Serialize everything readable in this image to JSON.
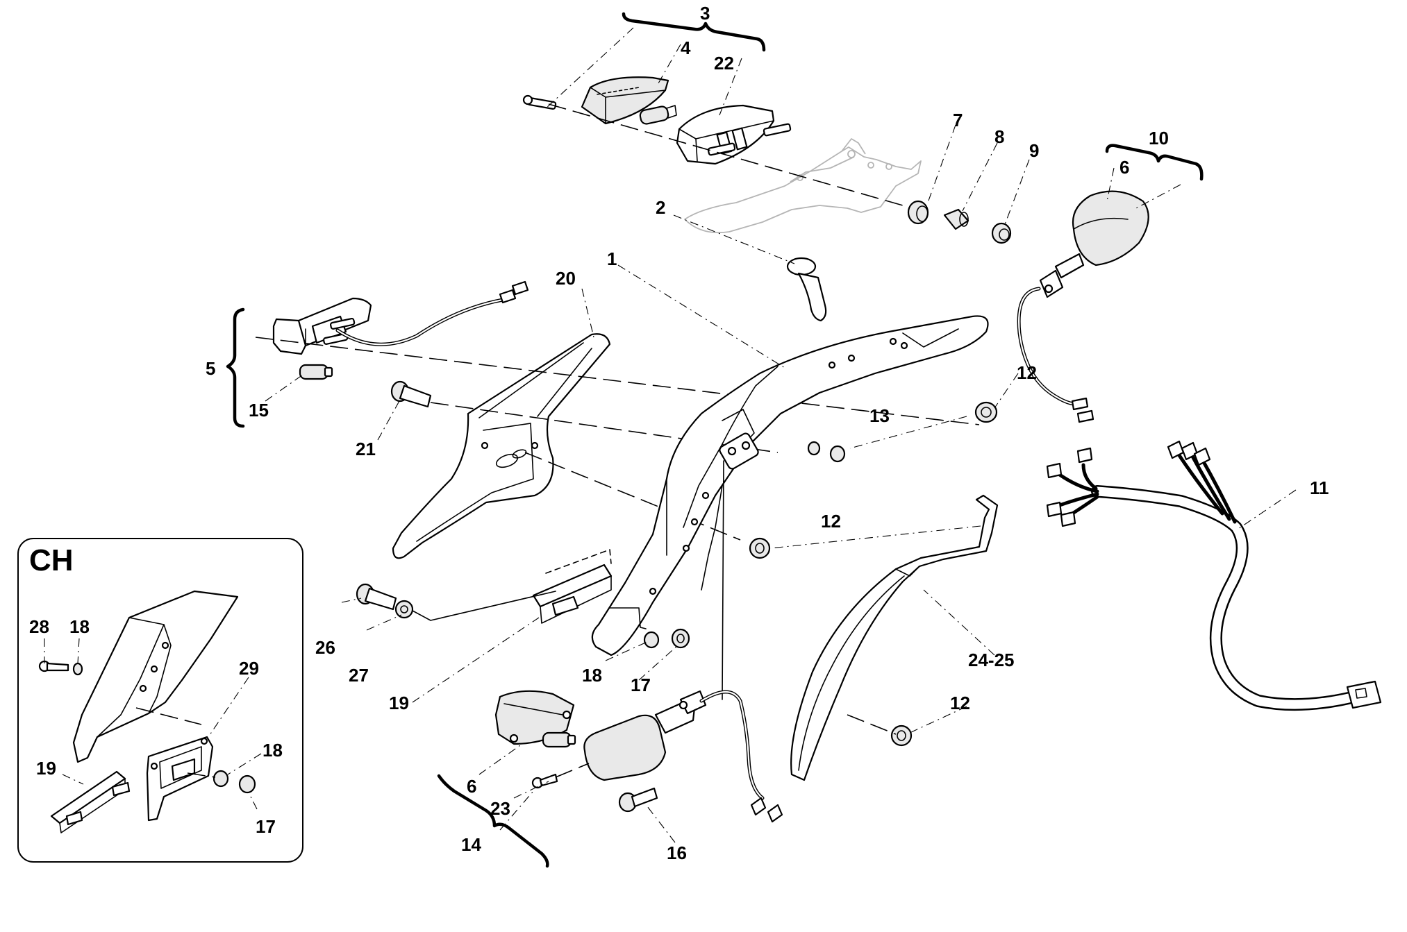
{
  "diagram": {
    "callouts": [
      {
        "id": "c1",
        "text": "1"
      },
      {
        "id": "c2",
        "text": "2"
      },
      {
        "id": "c3",
        "text": "3"
      },
      {
        "id": "c4",
        "text": "4"
      },
      {
        "id": "c5",
        "text": "5"
      },
      {
        "id": "c6a",
        "text": "6"
      },
      {
        "id": "c6b",
        "text": "6"
      },
      {
        "id": "c7",
        "text": "7"
      },
      {
        "id": "c8",
        "text": "8"
      },
      {
        "id": "c9",
        "text": "9"
      },
      {
        "id": "c10",
        "text": "10"
      },
      {
        "id": "c11",
        "text": "11"
      },
      {
        "id": "c12a",
        "text": "12"
      },
      {
        "id": "c12b",
        "text": "12"
      },
      {
        "id": "c12c",
        "text": "12"
      },
      {
        "id": "c13",
        "text": "13"
      },
      {
        "id": "c14",
        "text": "14"
      },
      {
        "id": "c15",
        "text": "15"
      },
      {
        "id": "c16",
        "text": "16"
      },
      {
        "id": "c17",
        "text": "17"
      },
      {
        "id": "c18",
        "text": "18"
      },
      {
        "id": "c19",
        "text": "19"
      },
      {
        "id": "c20",
        "text": "20"
      },
      {
        "id": "c21",
        "text": "21"
      },
      {
        "id": "c22",
        "text": "22"
      },
      {
        "id": "c23",
        "text": "23"
      },
      {
        "id": "c2425",
        "text": "24-25"
      },
      {
        "id": "c26",
        "text": "26"
      },
      {
        "id": "c27",
        "text": "27"
      }
    ],
    "inset": {
      "title": "CH",
      "callouts": [
        {
          "id": "i28",
          "text": "28"
        },
        {
          "id": "i18a",
          "text": "18"
        },
        {
          "id": "i29",
          "text": "29"
        },
        {
          "id": "i18b",
          "text": "18"
        },
        {
          "id": "i19",
          "text": "19"
        },
        {
          "id": "i17",
          "text": "17"
        }
      ]
    }
  }
}
